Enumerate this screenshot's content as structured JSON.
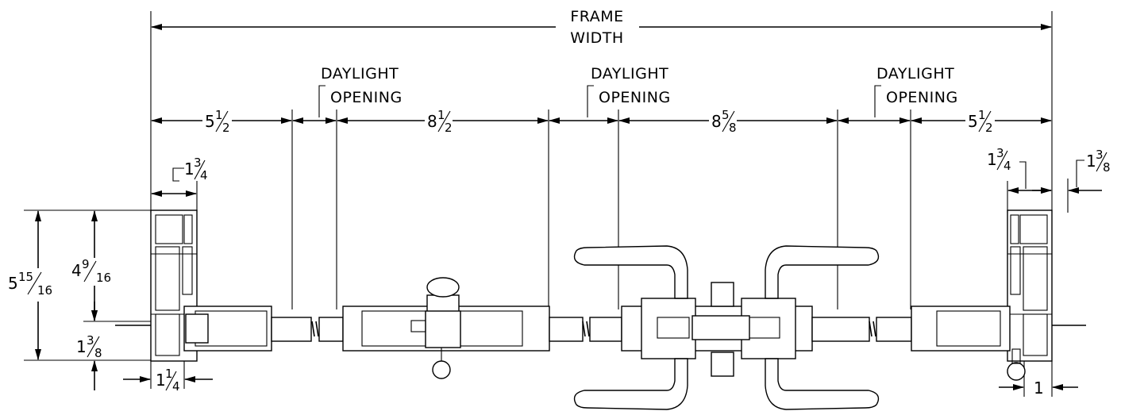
{
  "frame_width": {
    "line1": "FRAME",
    "line2": "WIDTH"
  },
  "daylight_label": {
    "line1": "DAYLIGHT",
    "line2": "OPENING"
  },
  "top_dims": {
    "left": {
      "whole": "5",
      "num": "1",
      "den": "2"
    },
    "mid_left": {
      "whole": "8",
      "num": "1",
      "den": "2"
    },
    "mid_right": {
      "whole": "8",
      "num": "5",
      "den": "8"
    },
    "right": {
      "whole": "5",
      "num": "1",
      "den": "2"
    }
  },
  "side_dims": {
    "left_1_3_4": {
      "whole": "1",
      "num": "3",
      "den": "4"
    },
    "right_1_3_4": {
      "whole": "1",
      "num": "3",
      "den": "4"
    },
    "right_1_3_8": {
      "whole": "1",
      "num": "3",
      "den": "8"
    },
    "height_5_15_16": {
      "whole": "5",
      "num": "15",
      "den": "16"
    },
    "height_4_9_16": {
      "whole": "4",
      "num": "9",
      "den": "16"
    },
    "height_1_3_8": {
      "whole": "1",
      "num": "3",
      "den": "8"
    },
    "bottom_1_1_4": {
      "whole": "1",
      "num": "1",
      "den": "4"
    },
    "bottom_1": {
      "whole": "1"
    }
  }
}
